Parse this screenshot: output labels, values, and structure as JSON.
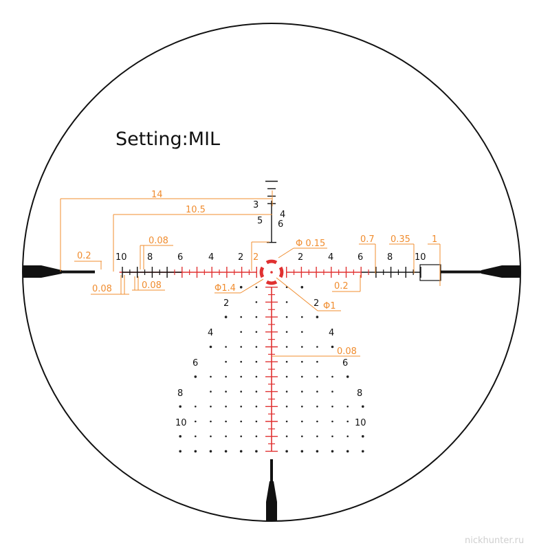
{
  "title": "Setting:MIL",
  "watermark": "nickhunter.ru",
  "colors": {
    "black": "#111111",
    "red": "#e03131",
    "orange": "#f08c2e",
    "dot": "#222222"
  },
  "scale": {
    "left_labels": [
      "10",
      "8",
      "6",
      "4",
      "2"
    ],
    "right_labels": [
      "2",
      "4",
      "6",
      "8",
      "10"
    ],
    "vertical_labels": [
      "3",
      "4",
      "5",
      "6"
    ],
    "drop_labels": [
      "2",
      "4",
      "6",
      "8",
      "10"
    ]
  },
  "dimensions": {
    "d14": "14",
    "d10_5": "10.5",
    "d0_2_left": "0.2",
    "d0_08_a": "0.08",
    "d0_08_b": "0.08",
    "d0_08_c": "0.08",
    "d2": "2",
    "phi015": "Φ 0.15",
    "phi14": "Φ1.4",
    "phi1": "Φ1",
    "d0_2_right": "0.2",
    "d0_7": "0.7",
    "d0_35": "0.35",
    "d1": "1",
    "d0_08_drop": "0.08"
  }
}
